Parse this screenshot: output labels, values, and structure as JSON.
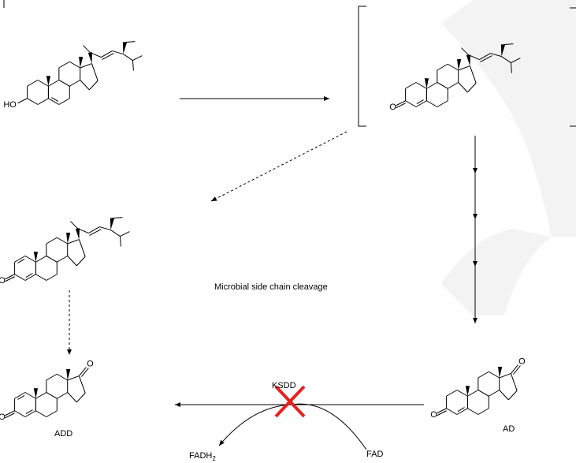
{
  "labels": {
    "process": "Microbial side chain cleavage",
    "enzyme": "KSDD",
    "product_add": "ADD",
    "product_ad": "AD",
    "cofactor_reduced_prefix": "FADH",
    "cofactor_reduced_sub": "2",
    "cofactor_oxidized": "FAD",
    "atom_ho": "HO",
    "atom_o": "O"
  },
  "colors": {
    "ink": "#000000",
    "block_mark": "#e8201f",
    "watermark": "#f0f0f0"
  },
  "icons": {
    "block_mark": "red-x-icon"
  }
}
